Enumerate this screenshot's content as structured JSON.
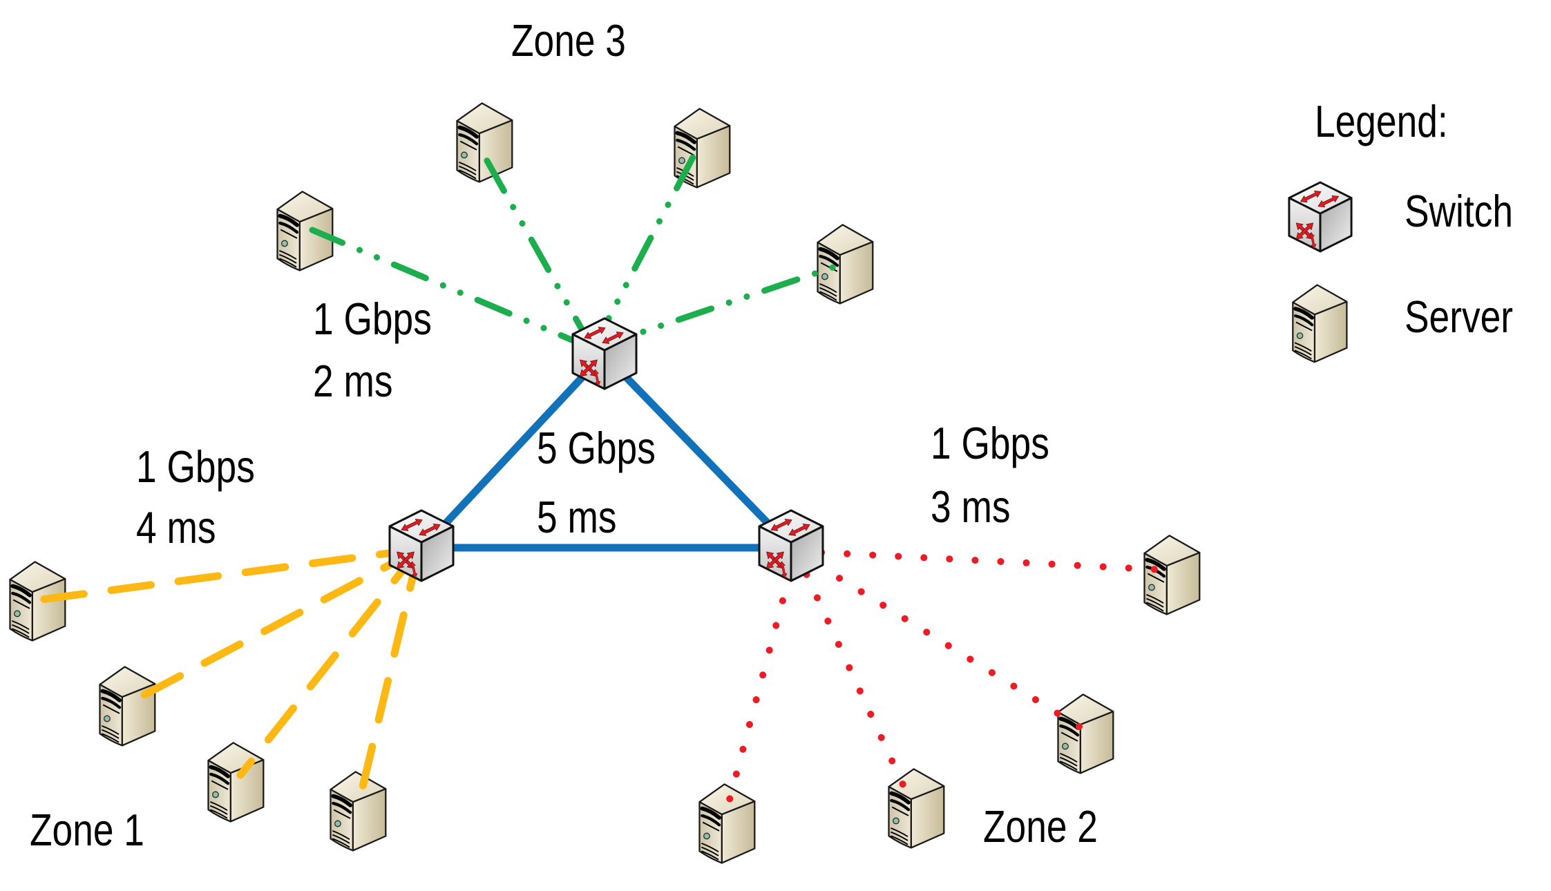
{
  "legend": {
    "title": "Legend:",
    "items": [
      {
        "icon": "switch-icon",
        "label": "Switch"
      },
      {
        "icon": "server-icon",
        "label": "Server"
      }
    ]
  },
  "topology": {
    "switches": 3,
    "zones": [
      {
        "name": "Zone 1",
        "servers": 4,
        "bandwidth": "1 Gbps",
        "latency": "4 ms",
        "link_style": "dashed",
        "link_color": "#fdb813"
      },
      {
        "name": "Zone 2",
        "servers": 4,
        "bandwidth": "1 Gbps",
        "latency": "3 ms",
        "link_style": "dotted",
        "link_color": "#ed1c24"
      },
      {
        "name": "Zone 3",
        "servers": 4,
        "bandwidth": "1 Gbps",
        "latency": "2 ms",
        "link_style": "dash-dot",
        "link_color": "#1cae4c"
      }
    ],
    "trunk": {
      "description": "switch-to-switch triangle",
      "bandwidth": "5 Gbps",
      "latency": "5 ms",
      "link_style": "solid",
      "link_color": "#1272b9"
    }
  },
  "colors": {
    "background": "#ffffff",
    "text": "#000000",
    "zone1_link": "#fdb813",
    "zone2_link": "#ed1c24",
    "zone3_link": "#1cae4c",
    "trunk_link": "#1272b9",
    "switch_arrows": "#e01b22",
    "server_body": "#ddd4ba"
  }
}
